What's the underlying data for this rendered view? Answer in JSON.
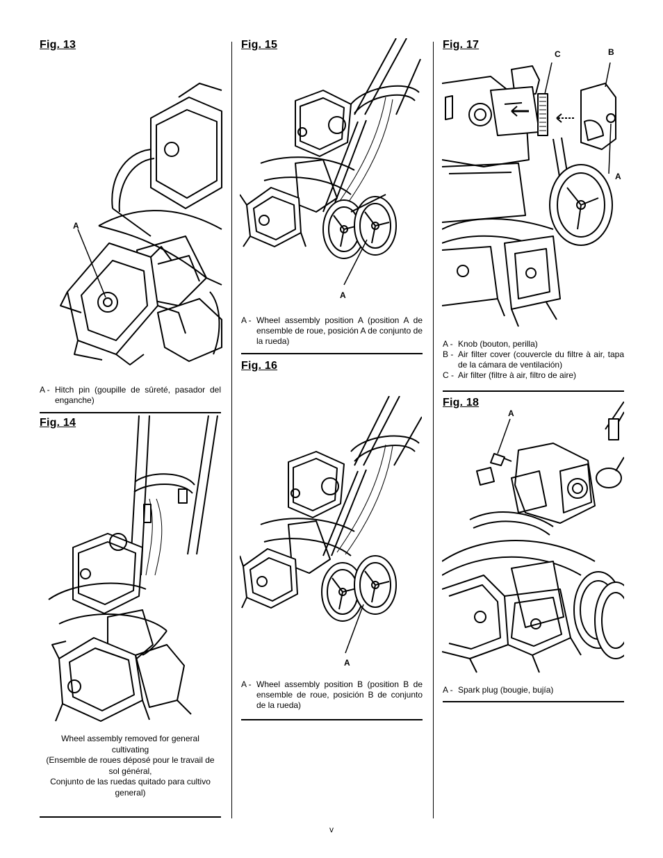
{
  "fig13": {
    "title": "Fig. 13",
    "callout_a": "A",
    "caption": {
      "key": "A -",
      "text": "Hitch pin (goupille de sûreté, pasador del enganche)"
    }
  },
  "fig14": {
    "title": "Fig. 14",
    "caption_lines": [
      "Wheel assembly removed for general",
      "cultivating",
      "(Ensemble de roues déposé pour le travail de",
      "sol général,",
      "Conjunto de las ruedas quitado para cultivo",
      "general)"
    ]
  },
  "fig15": {
    "title": "Fig. 15",
    "callout_a": "A",
    "caption": {
      "key": "A -",
      "text": "Wheel assembly position A (position A de ensemble de roue, posición A de conjunto de la rueda)"
    }
  },
  "fig16": {
    "title": "Fig. 16",
    "callout_a": "A",
    "caption": {
      "key": "A -",
      "text": "Wheel assembly position B (position B de ensemble de roue, posición B de conjunto de la rueda)"
    }
  },
  "fig17": {
    "title": "Fig. 17",
    "callout_a": "A",
    "callout_b": "B",
    "callout_c": "C",
    "captions": [
      {
        "key": "A -",
        "text": "Knob (bouton, perilla)"
      },
      {
        "key": "B -",
        "text": "Air filter cover (couvercle du filtre à air, tapa de la cámara de ventilación)"
      },
      {
        "key": "C -",
        "text": "Air filter (filtre à air, filtro de aire)"
      }
    ]
  },
  "fig18": {
    "title": "Fig. 18",
    "callout_a": "A",
    "caption": {
      "key": "A -",
      "text": "Spark plug (bougie, bujía)"
    }
  },
  "page_number": "v"
}
